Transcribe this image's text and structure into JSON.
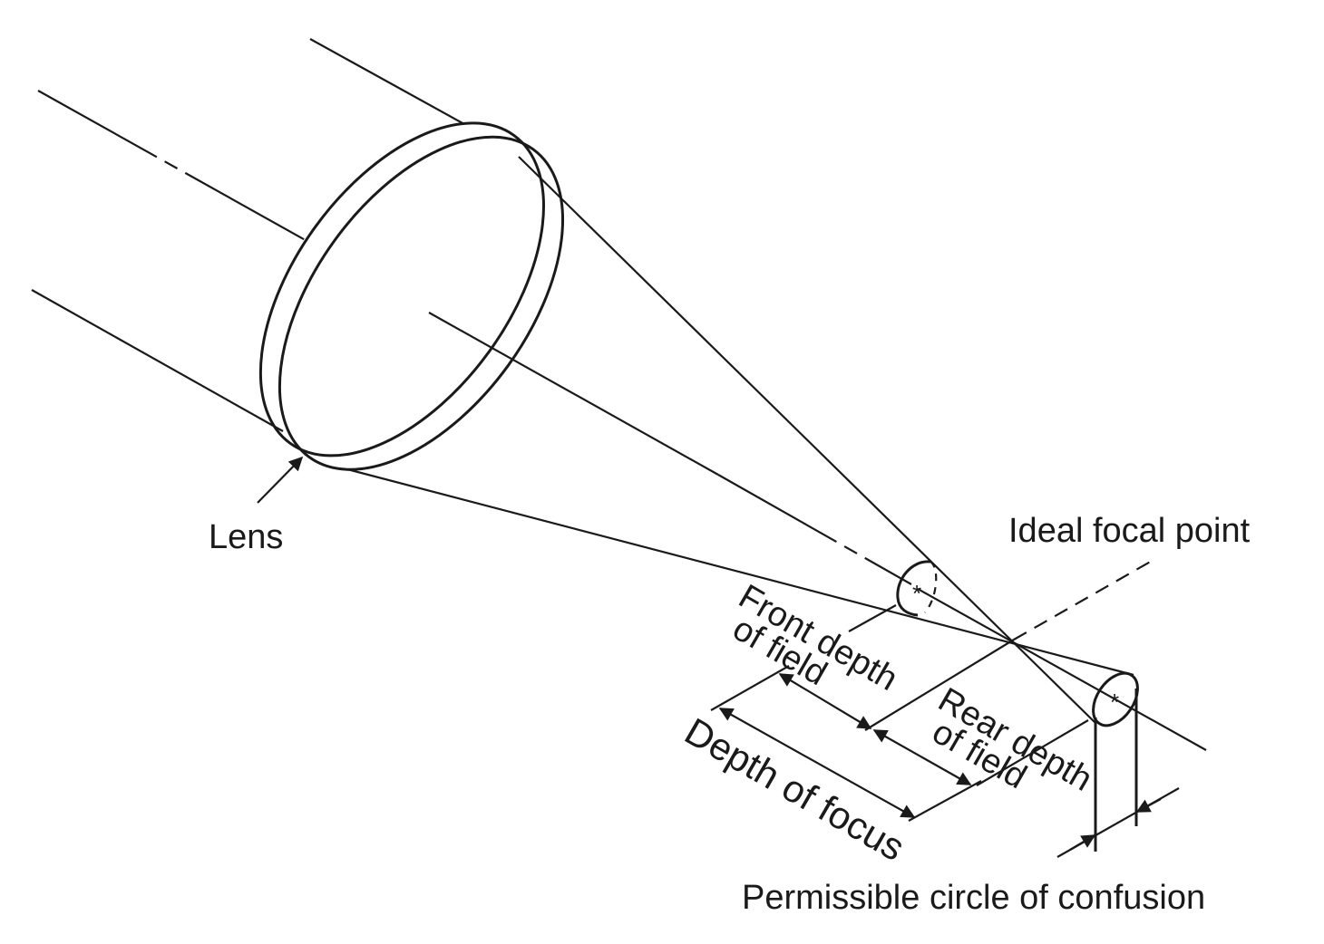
{
  "diagram": {
    "title": "Depth of field and depth of focus",
    "labels": {
      "lens": "Lens",
      "ideal_focal_point": "Ideal focal point",
      "front_depth_line1": "Front depth",
      "front_depth_line2": "of field",
      "rear_depth_line1": "Rear depth",
      "rear_depth_line2": "of field",
      "depth_of_focus": "Depth of focus",
      "circle_of_confusion": "Permissible circle of confusion"
    },
    "colors": {
      "stroke": "#1a1a1a",
      "background": "#ffffff"
    }
  }
}
